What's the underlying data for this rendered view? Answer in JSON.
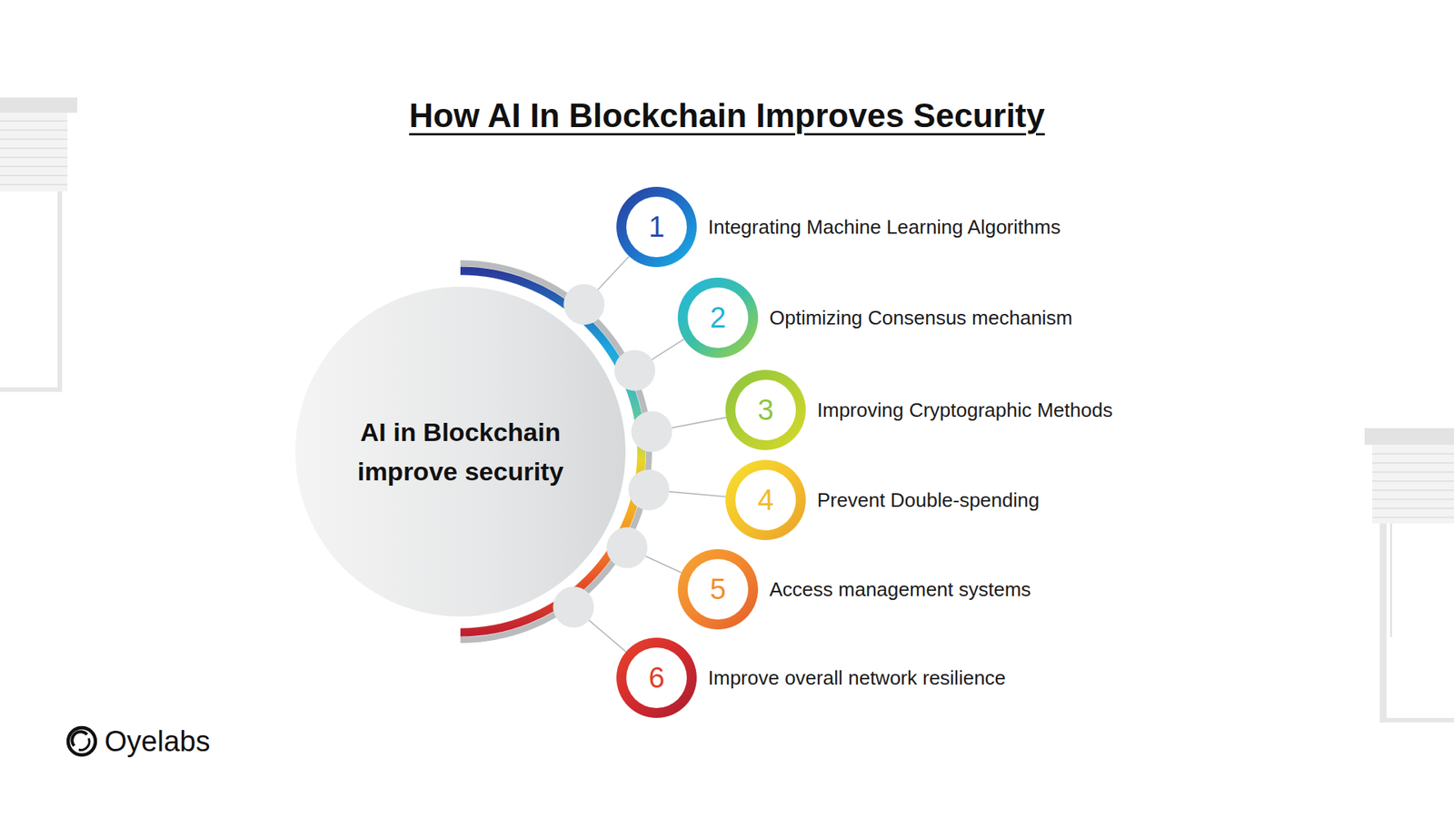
{
  "diagram": {
    "title": "How AI In Blockchain Improves Security",
    "nodes": [
      {
        "text": [
          "AI in Blockchain improve security"
        ]
      },
      {
        "text": [
          "1",
          "Integrating Machine Learning Algorithms"
        ]
      },
      {
        "text": [
          "2",
          "Optimizing Consensus mechanism"
        ]
      },
      {
        "text": [
          "3",
          "Improving Cryptographic Methods"
        ]
      },
      {
        "text": [
          "4",
          "Prevent Double-spending"
        ]
      },
      {
        "text": [
          "5",
          "Access management systems"
        ]
      },
      {
        "text": [
          "6",
          "Improve overall network resilience"
        ]
      }
    ],
    "edges": [
      {
        "from": 0,
        "to": 1,
        "arrow": "none"
      },
      {
        "from": 0,
        "to": 2,
        "arrow": "none"
      },
      {
        "from": 0,
        "to": 3,
        "arrow": "none"
      },
      {
        "from": 0,
        "to": 4,
        "arrow": "none"
      },
      {
        "from": 0,
        "to": 5,
        "arrow": "none"
      },
      {
        "from": 0,
        "to": 6,
        "arrow": "none"
      }
    ],
    "labels": [
      "Oyelabs"
    ]
  }
}
